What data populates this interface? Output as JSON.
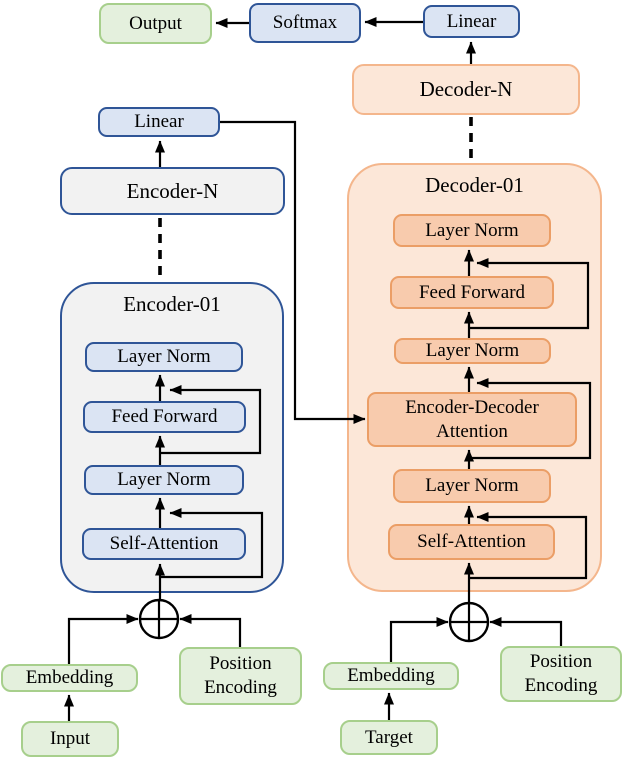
{
  "colors": {
    "blue_fill": "#dbe4f3",
    "blue_border": "#2f5597",
    "green_fill": "#e4f0dd",
    "green_border": "#a7cf8c",
    "grey_fill": "#f2f2f2",
    "orange_fill": "#fce7d8",
    "orange_border": "#f4b68c",
    "orange_box_fill": "#f8cbad",
    "orange_box_border": "#eb9e66",
    "line_color": "#000000"
  },
  "nodes": {
    "output": "Output",
    "softmax": "Softmax",
    "linear_out": "Linear",
    "decoder_n": "Decoder-N",
    "linear_enc": "Linear",
    "encoder_n": "Encoder-N"
  },
  "encoder": {
    "title": "Encoder-01",
    "layer_norm_top": "Layer Norm",
    "feed_forward": "Feed Forward",
    "layer_norm_mid": "Layer Norm",
    "self_attention": "Self-Attention",
    "embedding": "Embedding",
    "position_encoding": "Position Encoding",
    "input": "Input"
  },
  "decoder": {
    "title": "Decoder-01",
    "layer_norm_top": "Layer Norm",
    "feed_forward": "Feed Forward",
    "layer_norm_mid": "Layer Norm",
    "enc_dec_attention": "Encoder-Decoder Attention",
    "layer_norm_bottom": "Layer Norm",
    "self_attention": "Self-Attention",
    "embedding": "Embedding",
    "position_encoding": "Position Encoding",
    "target": "Target"
  }
}
